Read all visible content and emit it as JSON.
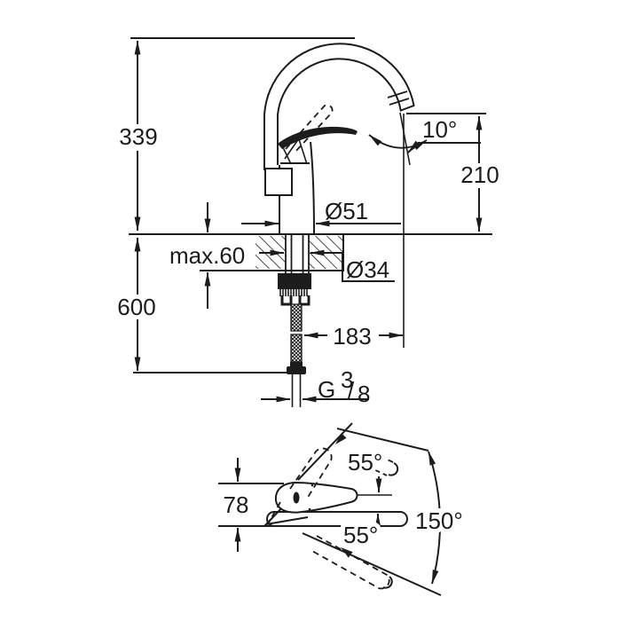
{
  "colors": {
    "line": "#1c1c1c",
    "background": "#ffffff"
  },
  "side_view": {
    "dim_height_339": "339",
    "dim_outlet_height_210": "210",
    "dim_angle_10": "10°",
    "dim_body_diameter": "Ø51",
    "dim_deck_thickness": "max.60",
    "dim_hole_diameter": "Ø34",
    "dim_clearance_600": "600",
    "dim_reach_183": "183",
    "thread_letter": "G",
    "thread_numerator": "3",
    "thread_slash": "/",
    "thread_denominator": "8"
  },
  "top_view": {
    "dim_width_78": "78",
    "dim_lever_upper_55": "55°",
    "dim_lever_lower_55": "55°",
    "dim_swivel_150": "150°"
  }
}
